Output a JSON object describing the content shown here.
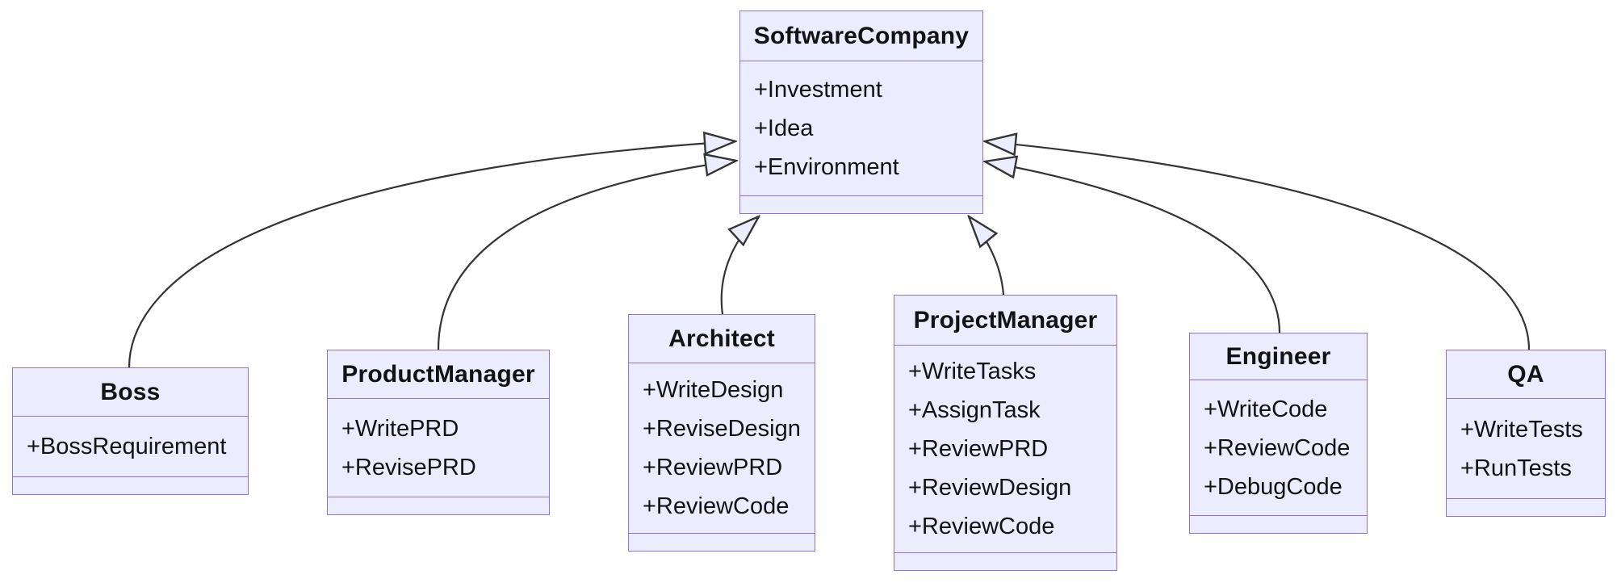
{
  "diagram": {
    "kind": "uml-class-diagram",
    "colors": {
      "node_fill": "#ECECFF",
      "node_border": "#9370DB",
      "edge_line": "#343434",
      "text": "#131313",
      "background": "#FFFFFF"
    },
    "classes": [
      {
        "name": "SoftwareCompany",
        "attributes": [
          "+Investment",
          "+Idea",
          "+Environment"
        ],
        "methods": []
      },
      {
        "name": "Boss",
        "attributes": [
          "+BossRequirement"
        ],
        "methods": []
      },
      {
        "name": "ProductManager",
        "attributes": [
          "+WritePRD",
          "+RevisePRD"
        ],
        "methods": []
      },
      {
        "name": "Architect",
        "attributes": [
          "+WriteDesign",
          "+ReviseDesign",
          "+ReviewPRD",
          "+ReviewCode"
        ],
        "methods": []
      },
      {
        "name": "ProjectManager",
        "attributes": [
          "+WriteTasks",
          "+AssignTask",
          "+ReviewPRD",
          "+ReviewDesign",
          "+ReviewCode"
        ],
        "methods": []
      },
      {
        "name": "Engineer",
        "attributes": [
          "+WriteCode",
          "+ReviewCode",
          "+DebugCode"
        ],
        "methods": []
      },
      {
        "name": "QA",
        "attributes": [
          "+WriteTests",
          "+RunTests"
        ],
        "methods": []
      }
    ],
    "relations": [
      {
        "from": "Boss",
        "to": "SoftwareCompany",
        "type": "inheritance"
      },
      {
        "from": "ProductManager",
        "to": "SoftwareCompany",
        "type": "inheritance"
      },
      {
        "from": "Architect",
        "to": "SoftwareCompany",
        "type": "inheritance"
      },
      {
        "from": "ProjectManager",
        "to": "SoftwareCompany",
        "type": "inheritance"
      },
      {
        "from": "Engineer",
        "to": "SoftwareCompany",
        "type": "inheritance"
      },
      {
        "from": "QA",
        "to": "SoftwareCompany",
        "type": "inheritance"
      }
    ]
  }
}
